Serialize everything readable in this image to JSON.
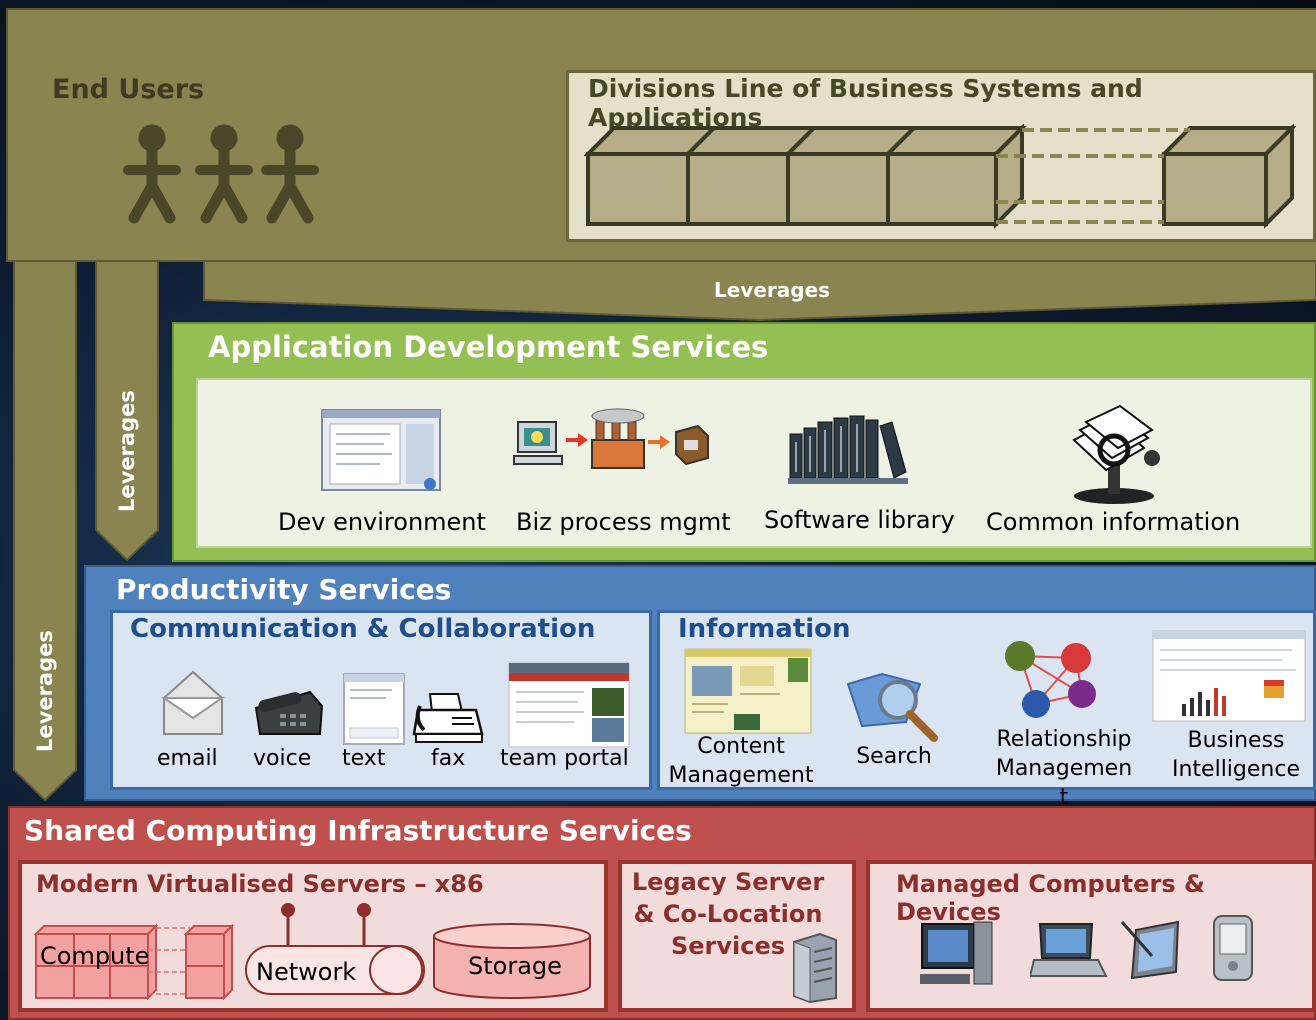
{
  "top": {
    "end_users": "End Users",
    "divisions_title": "Divisions Line of Business Systems and Applications"
  },
  "leverages": {
    "horizontal": "Leverages",
    "vertical_inner": "Leverages",
    "vertical_outer": "Leverages"
  },
  "app_dev": {
    "title": "Application Development Services",
    "items": [
      "Dev environment",
      "Biz process mgmt",
      "Software library",
      "Common information"
    ]
  },
  "productivity": {
    "title": "Productivity Services",
    "comm": {
      "title": "Communication & Collaboration",
      "items": [
        "email",
        "voice",
        "text",
        "fax",
        "team portal"
      ]
    },
    "info": {
      "title": "Information",
      "items": [
        "Content\nManagement",
        "Search",
        "Relationship\nManagemen\nt",
        "Business\nIntelligence"
      ]
    }
  },
  "shared": {
    "title": "Shared Computing Infrastructure Services",
    "modern": {
      "title": "Modern Virtualised Servers – x86",
      "compute": "Compute",
      "network": "Network",
      "storage": "Storage"
    },
    "legacy": {
      "line1": "Legacy Server",
      "line2": "& Co-Location",
      "line3": "Services"
    },
    "managed": {
      "title": "Managed Computers & Devices"
    }
  },
  "colors": {
    "olive": "#8a8451",
    "green": "#94bf53",
    "blue": "#4f81bd",
    "red": "#c0504d"
  }
}
